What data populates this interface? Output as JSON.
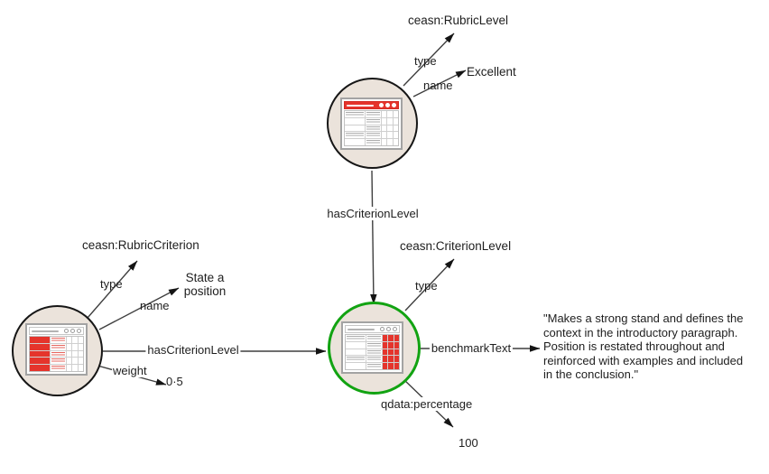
{
  "colors": {
    "node_fill": "#ebe3db",
    "node_border": "#161616",
    "selected_node_border": "#12a312",
    "table_red": "#e5342c",
    "edge_color": "#3f3f3f"
  },
  "nodes": {
    "rubric_level": {
      "type_edge": "type",
      "type_value": "ceasn:RubricLevel",
      "name_edge": "name",
      "name_value": "Excellent"
    },
    "rubric_criterion": {
      "type_edge": "type",
      "type_value": "ceasn:RubricCriterion",
      "name_edge": "name",
      "name_value": "State a\nposition",
      "weight_edge": "weight",
      "weight_value": "0·5"
    },
    "criterion_level": {
      "type_edge": "type",
      "type_value": "ceasn:CriterionLevel",
      "benchmark_edge": "benchmarkText",
      "benchmark_value": "\"Makes a strong stand and defines the\ncontext in the introductory paragraph.\nPosition is restated throughout and\nreinforced with examples and included\nin the conclusion.\"",
      "percentage_edge": "qdata:percentage",
      "percentage_value": "100"
    }
  },
  "edges": {
    "has_criterion_level_top": "hasCriterionLevel",
    "has_criterion_level_left": "hasCriterionLevel"
  }
}
